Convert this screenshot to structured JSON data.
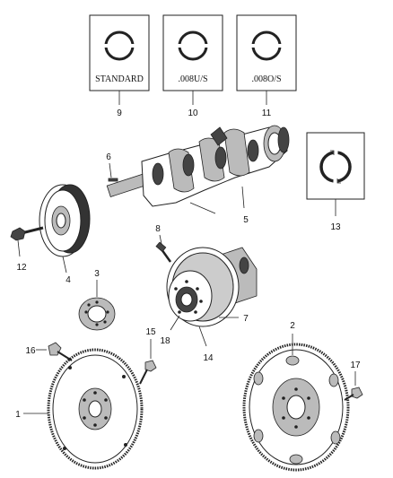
{
  "bearing_boxes": [
    {
      "id": "9",
      "text": "STANDARD"
    },
    {
      "id": "10",
      "text": ".008U/S"
    },
    {
      "id": "11",
      "text": ".008O/S"
    }
  ],
  "callouts": [
    "1",
    "2",
    "3",
    "4",
    "5",
    "6",
    "7",
    "8",
    "9",
    "10",
    "11",
    "12",
    "13",
    "14",
    "15",
    "16",
    "17",
    "18"
  ]
}
